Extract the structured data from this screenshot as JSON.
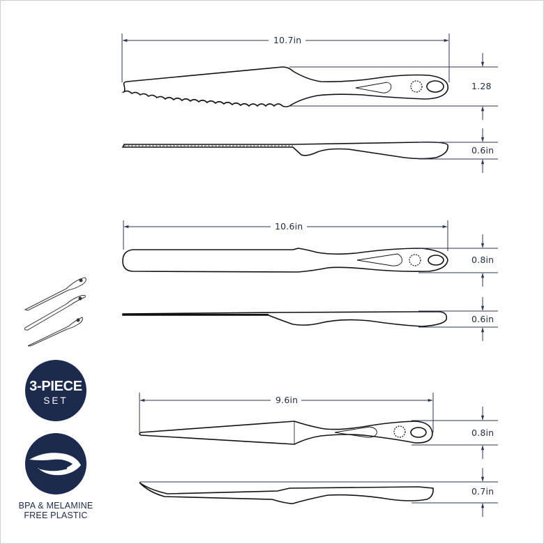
{
  "colors": {
    "navy": "#1c2b4d",
    "outline": "#111111",
    "dimension_line": "#2a3652",
    "background": "#ffffff"
  },
  "knives": [
    {
      "name": "serrated-knife",
      "length_label": "10.7in",
      "width_label": "1.28",
      "thickness_label": "0.6in"
    },
    {
      "name": "butter-knife",
      "length_label": "10.6in",
      "width_label": "0.8in",
      "thickness_label": "0.6in"
    },
    {
      "name": "paring-knife",
      "length_label": "9.6in",
      "width_label": "0.8in",
      "thickness_label": "0.7in"
    }
  ],
  "badges": {
    "set_badge": {
      "big": "3-PIECE",
      "small": "SET"
    },
    "bpa_badge": {
      "icon": "leaf-icon",
      "caption_line1": "BPA & MELAMINE",
      "caption_line2": "FREE PLASTIC"
    }
  }
}
